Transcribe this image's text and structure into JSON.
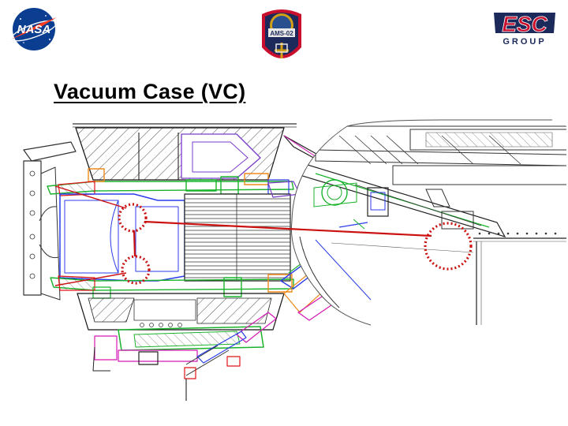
{
  "slide": {
    "title": "Vacuum Case (VC)",
    "background": "#ffffff"
  },
  "logos": [
    {
      "name": "nasa-logo",
      "text": "NASA",
      "colors": {
        "disc": "#0b3d91",
        "chevron": "#fc3d21"
      }
    },
    {
      "name": "ams-02-patch",
      "text": "AMS-02",
      "colors": {
        "ring": "#c8102e",
        "field": "#1b2a5a",
        "gold": "#d4a017"
      }
    },
    {
      "name": "esc-group-logo",
      "text": "ESC",
      "subtext": "GROUP",
      "colors": {
        "letters": "#c8102e",
        "outline": "#1b2a5a"
      }
    }
  ],
  "diagram": {
    "kind": "engineering cross-section drawing",
    "line_colors": {
      "structure": "#1a1a1a",
      "blue": "#2b3de8",
      "green": "#19b32b",
      "red": "#e01515",
      "orange": "#f08a1a",
      "magenta": "#d419b4",
      "purple": "#7a3cc8"
    },
    "highlight": {
      "marker_color": "#cc1111",
      "marker_style": "dotted circles linked by solid lines",
      "circle_count": 3
    }
  }
}
